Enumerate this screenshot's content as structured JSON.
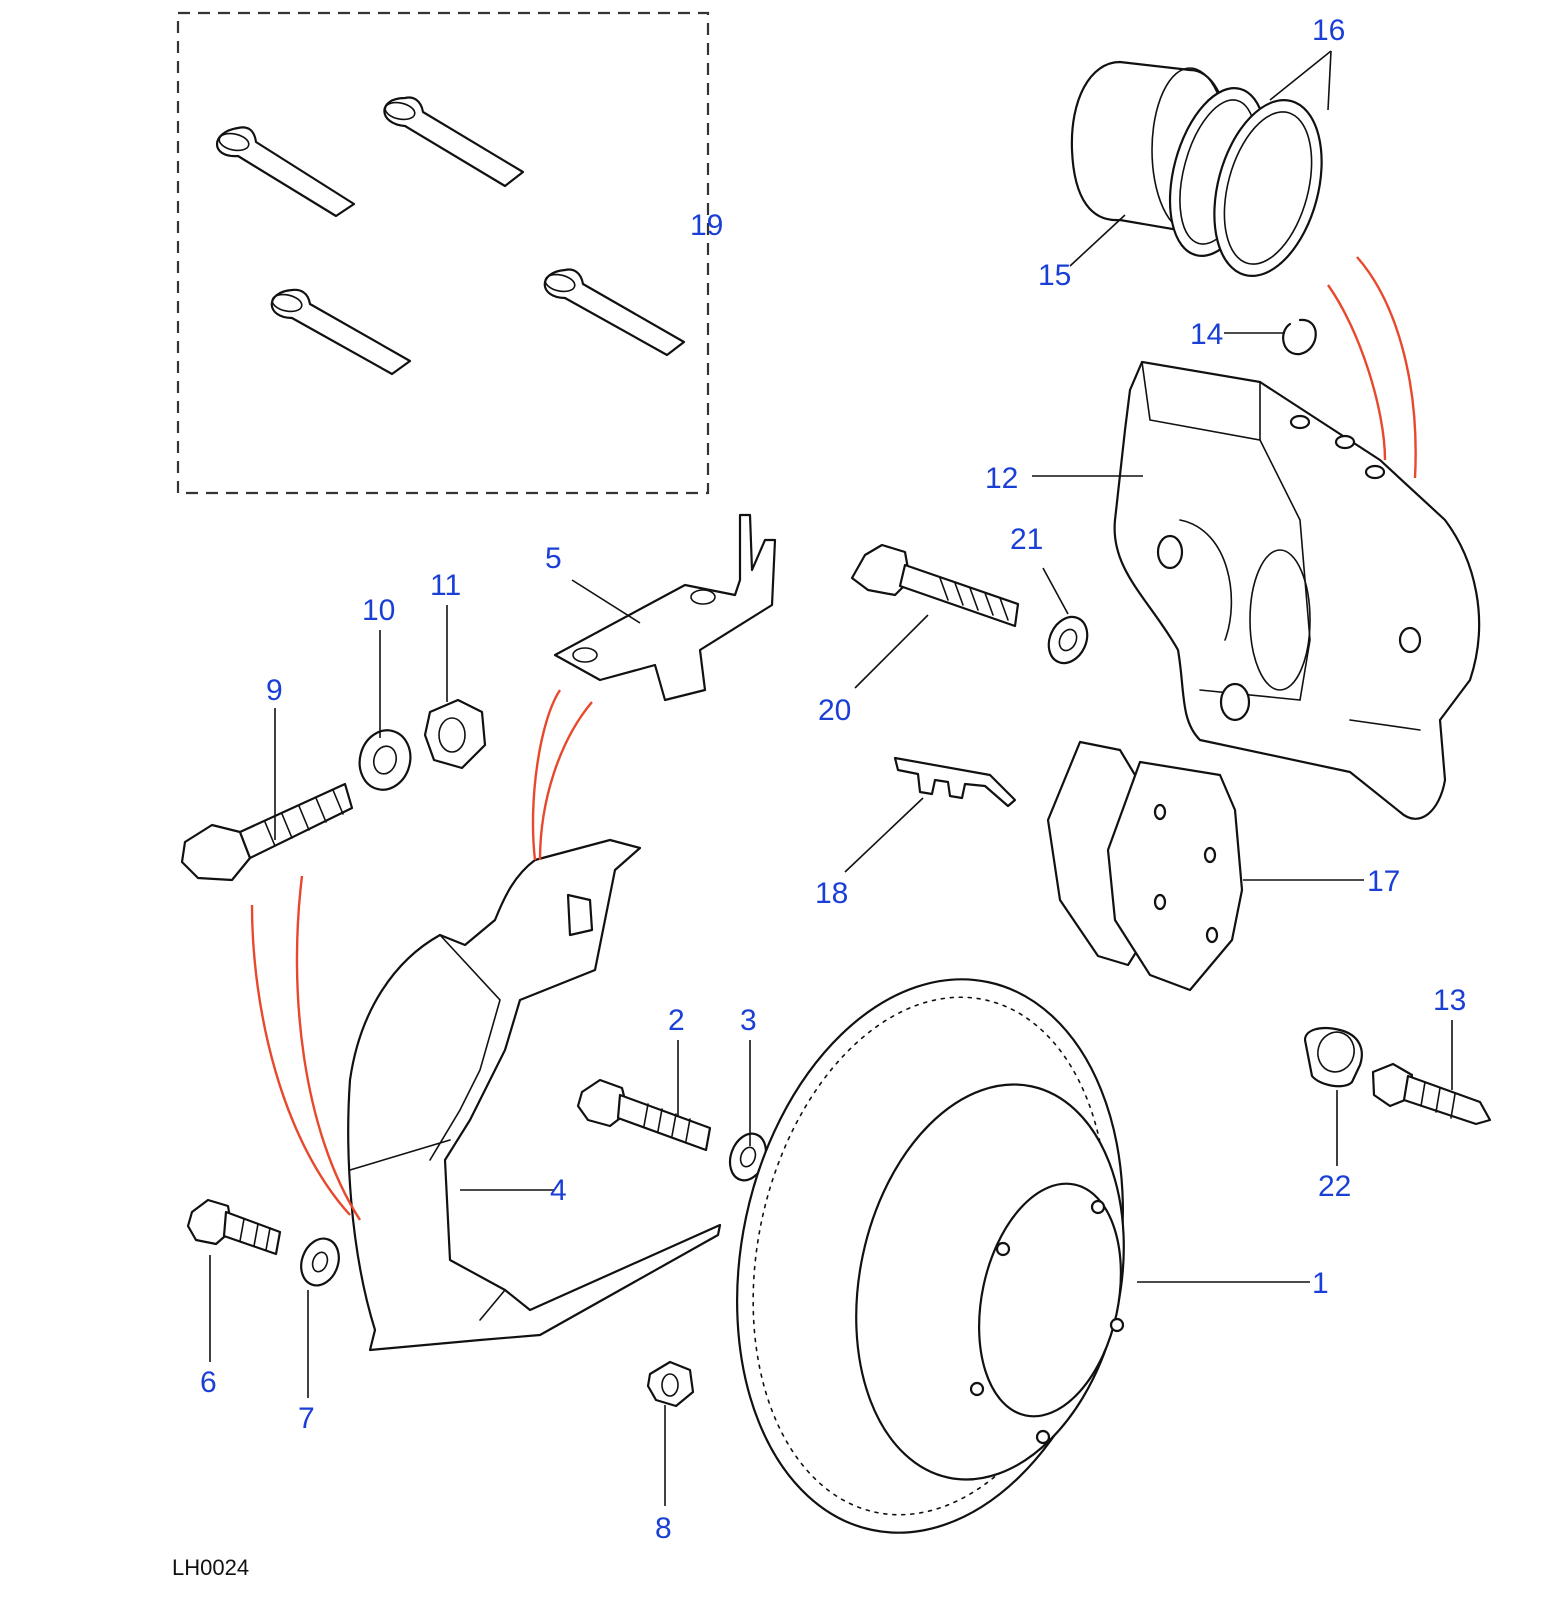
{
  "diagram": {
    "reference_code": "LH0024",
    "callouts": [
      {
        "id": "1",
        "label": "1"
      },
      {
        "id": "2",
        "label": "2"
      },
      {
        "id": "3",
        "label": "3"
      },
      {
        "id": "4",
        "label": "4"
      },
      {
        "id": "5",
        "label": "5"
      },
      {
        "id": "6",
        "label": "6"
      },
      {
        "id": "7",
        "label": "7"
      },
      {
        "id": "8",
        "label": "8"
      },
      {
        "id": "9",
        "label": "9"
      },
      {
        "id": "10",
        "label": "10"
      },
      {
        "id": "11",
        "label": "11"
      },
      {
        "id": "12",
        "label": "12"
      },
      {
        "id": "13",
        "label": "13"
      },
      {
        "id": "14",
        "label": "14"
      },
      {
        "id": "15",
        "label": "15"
      },
      {
        "id": "16",
        "label": "16"
      },
      {
        "id": "17",
        "label": "17"
      },
      {
        "id": "18",
        "label": "18"
      },
      {
        "id": "19",
        "label": "19"
      },
      {
        "id": "20",
        "label": "20"
      },
      {
        "id": "21",
        "label": "21"
      },
      {
        "id": "22",
        "label": "22"
      }
    ],
    "colors": {
      "callout_text": "#1a3fd6",
      "assembly_lines": "#e8482c",
      "line_art": "#111111"
    }
  }
}
